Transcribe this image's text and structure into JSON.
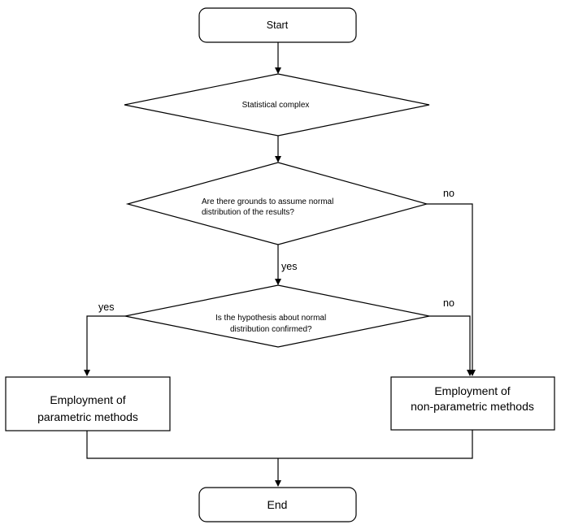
{
  "nodes": {
    "start": "Start",
    "statistical_complex": "Statistical complex",
    "q_grounds_line1": "Are there grounds to assume normal",
    "q_grounds_line2": "distribution of the results?",
    "q_confirmed_line1": "Is the hypothesis about normal",
    "q_confirmed_line2": "distribution confirmed?",
    "parametric_line1": "Employment of",
    "parametric_line2": "parametric methods",
    "nonparametric_line1": "Employment of",
    "nonparametric_line2": "non-parametric methods",
    "end": "End"
  },
  "edge_labels": {
    "grounds_no": "no",
    "grounds_yes": "yes",
    "confirmed_yes": "yes",
    "confirmed_no": "no"
  },
  "colors": {
    "stroke": "#000000",
    "fill": "#ffffff",
    "text": "#000000"
  }
}
